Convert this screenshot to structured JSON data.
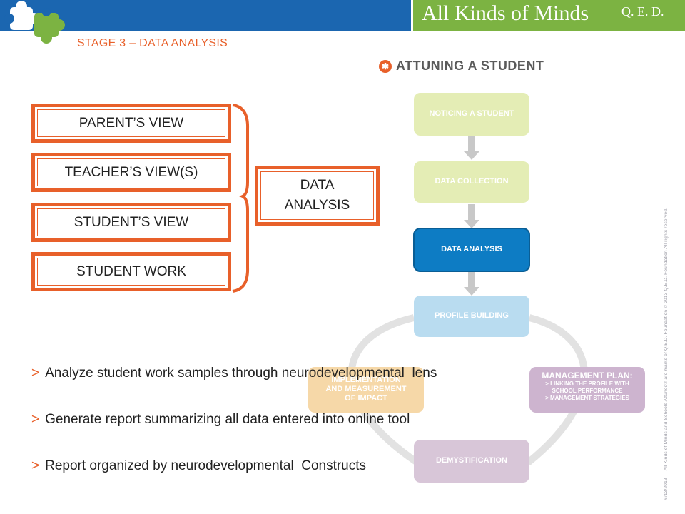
{
  "header": {
    "brand": "All Kinds of Minds",
    "qed": "Q. E. D.",
    "stage": "STAGE 3 – DATA ANALYSIS"
  },
  "diagram": {
    "title": "ATTUNING A STUDENT",
    "views": [
      "PARENT’S VIEW",
      "TEACHER’S VIEW(S)",
      "STUDENT’S VIEW",
      "STUDENT WORK"
    ],
    "target": "DATA ANALYSIS",
    "steps": {
      "noticing": "NOTICING A STUDENT",
      "collection": "DATA COLLECTION",
      "analysis": "DATA ANALYSIS",
      "profile": "PROFILE BUILDING",
      "management_title": "MANAGEMENT PLAN:",
      "management_line1": "> LINKING THE PROFILE WITH",
      "management_line2": "SCHOOL PERFORMANCE",
      "management_line3": "> MANAGEMENT STRATEGIES",
      "implementation_line1": "IMPLEMENTATION",
      "implementation_line2": "AND MEASUREMENT",
      "implementation_line3": "OF IMPACT",
      "demystification": "DEMYSTIFICATION"
    },
    "colors": {
      "accent": "#e8602a",
      "header_blue": "#1b66b0",
      "brand_green": "#7cb342",
      "active_step": "#0d7cc4"
    }
  },
  "bullets": [
    "Analyze student work samples through neurodevelopmental  lens",
    "Generate report summarizing all data entered into online tool",
    "Report organized by neurodevelopmental  Constructs"
  ],
  "footer": {
    "copyright": "All Kinds of Minds and Schools Attuned® are marks of Q.E.D. Foundation   © 2013 Q.E.D. Foundation   All rights reserved.",
    "code": "6/13/2013"
  }
}
